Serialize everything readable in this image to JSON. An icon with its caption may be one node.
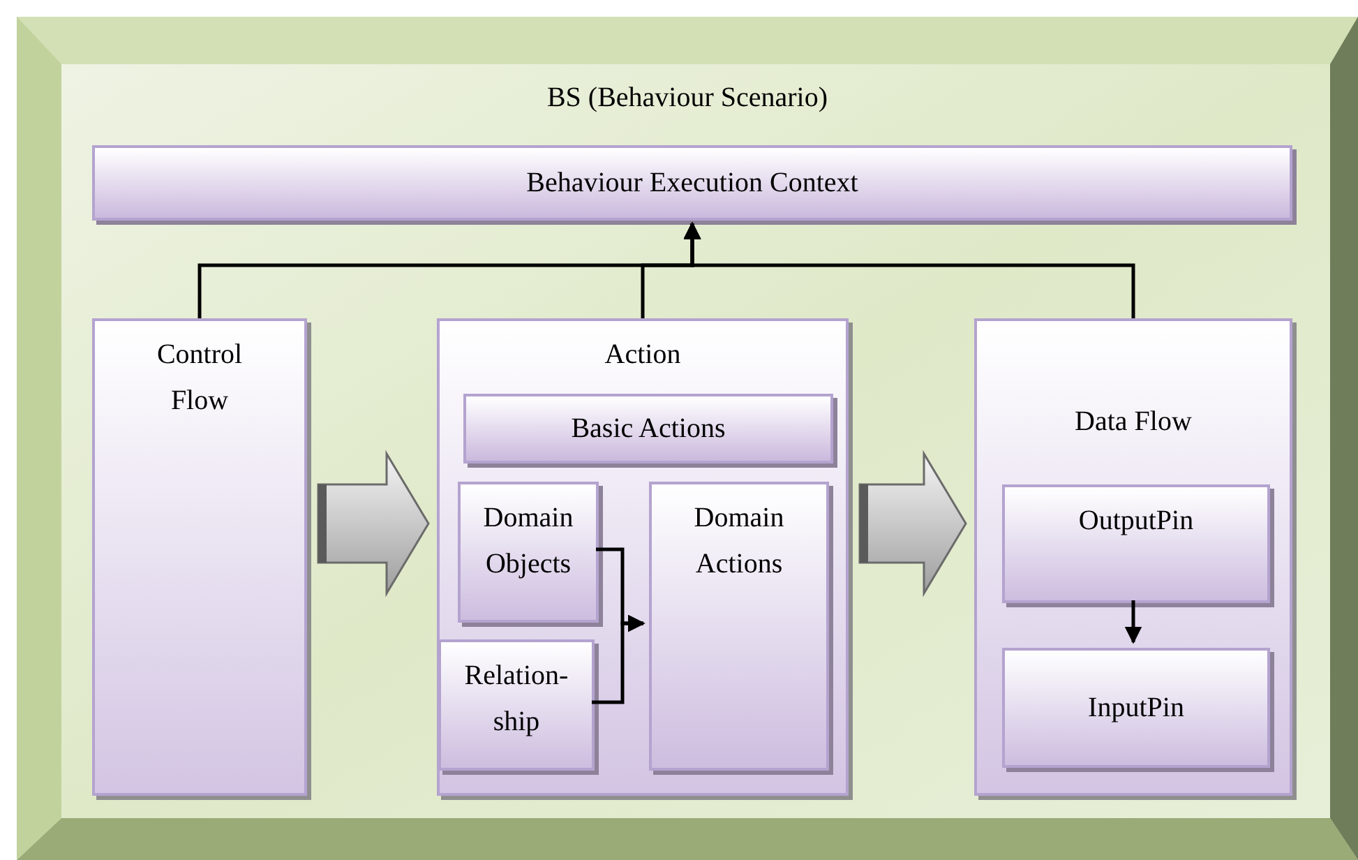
{
  "diagram": {
    "nodes": [
      {
        "text": [
          "BS (Behaviour Scenario)"
        ]
      },
      {
        "text": [
          "Behaviour Execution Context"
        ],
        "in": 0
      },
      {
        "text": [
          "Control Flow"
        ],
        "in": 0
      },
      {
        "text": [
          "Action"
        ],
        "in": 0
      },
      {
        "text": [
          "Basic Actions"
        ],
        "in": 3
      },
      {
        "text": [
          "Domain Objects"
        ],
        "in": 3
      },
      {
        "text": [
          "Relation- ship"
        ],
        "in": 3
      },
      {
        "text": [
          "Domain Actions"
        ],
        "in": 3
      },
      {
        "text": [
          "Data Flow"
        ],
        "in": 0
      },
      {
        "text": [
          "OutputPin"
        ],
        "in": 8
      },
      {
        "text": [
          "InputPin"
        ],
        "in": 8
      }
    ],
    "edges": [
      {
        "from": 2,
        "to": 1,
        "arrow": "to"
      },
      {
        "from": 3,
        "to": 1,
        "arrow": "to"
      },
      {
        "from": 8,
        "to": 1,
        "arrow": "to"
      },
      {
        "from": 5,
        "to": 7,
        "arrow": "to"
      },
      {
        "from": 6,
        "to": 7,
        "arrow": "to"
      },
      {
        "from": 9,
        "to": 10,
        "arrow": "to"
      },
      {
        "from": 2,
        "to": 3,
        "arrow": "to",
        "style": "thick"
      },
      {
        "from": 3,
        "to": 8,
        "arrow": "to",
        "style": "thick"
      }
    ]
  }
}
